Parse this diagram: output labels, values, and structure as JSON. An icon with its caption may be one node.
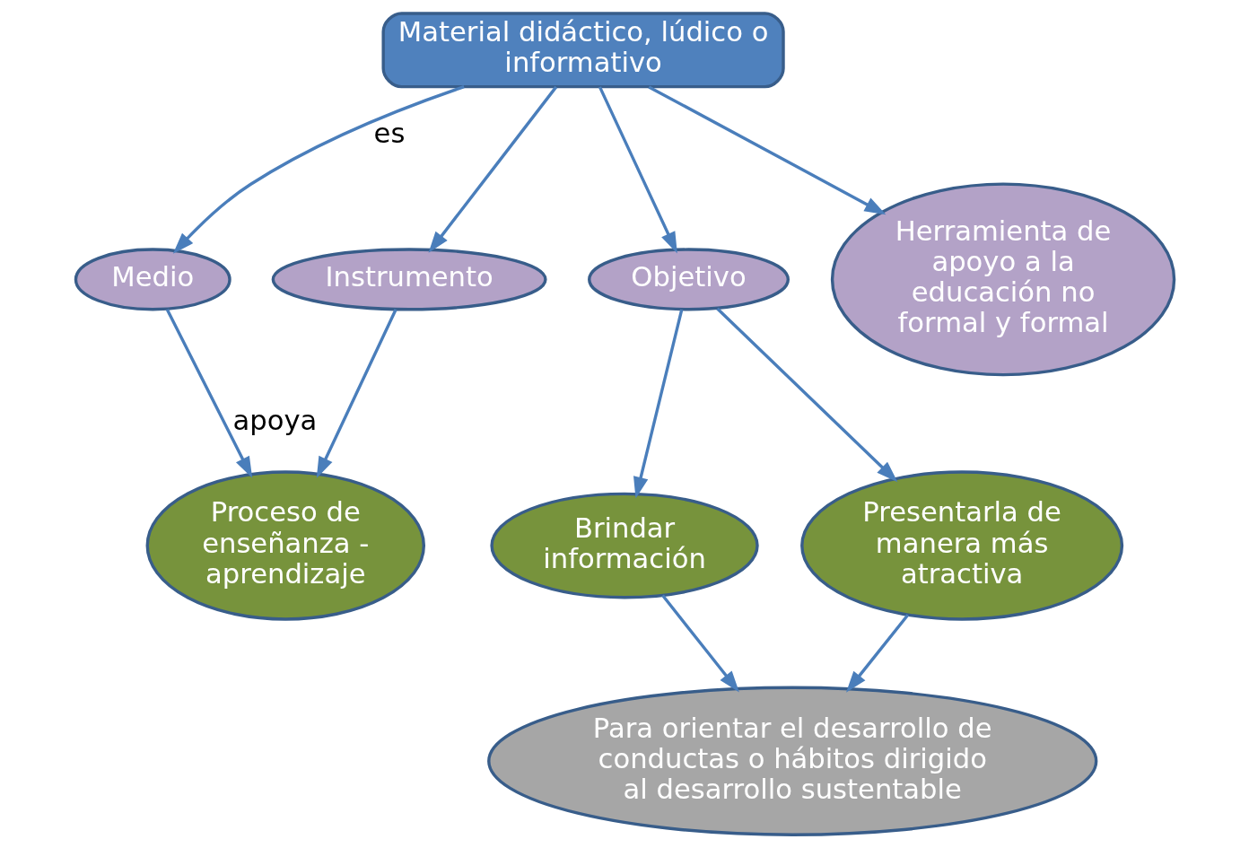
{
  "diagram": {
    "nodes": [
      {
        "text": [
          "Material didáctico, lúdico o informativo"
        ]
      },
      {
        "text": [
          "Medio"
        ]
      },
      {
        "text": [
          "Instrumento"
        ]
      },
      {
        "text": [
          "Objetivo"
        ]
      },
      {
        "text": [
          "Herramienta de apoyo a la educación no formal y formal"
        ]
      },
      {
        "text": [
          "Proceso de enseñanza - aprendizaje"
        ]
      },
      {
        "text": [
          "Brindar información"
        ]
      },
      {
        "text": [
          "Presentarla de manera más atractiva"
        ]
      },
      {
        "text": [
          "Para orientar el desarrollo de conductas o hábitos dirigido al desarrollo sustentable"
        ]
      }
    ],
    "edges": [
      {
        "from": 0,
        "to": 1,
        "arrow": "to",
        "label": "es"
      },
      {
        "from": 0,
        "to": 2,
        "arrow": "to"
      },
      {
        "from": 0,
        "to": 3,
        "arrow": "to"
      },
      {
        "from": 0,
        "to": 4,
        "arrow": "to"
      },
      {
        "from": 1,
        "to": 5,
        "arrow": "to",
        "label": "apoya"
      },
      {
        "from": 2,
        "to": 5,
        "arrow": "to"
      },
      {
        "from": 3,
        "to": 6,
        "arrow": "to"
      },
      {
        "from": 3,
        "to": 7,
        "arrow": "to"
      },
      {
        "from": 6,
        "to": 8,
        "arrow": "to"
      },
      {
        "from": 7,
        "to": 8,
        "arrow": "to"
      }
    ]
  }
}
